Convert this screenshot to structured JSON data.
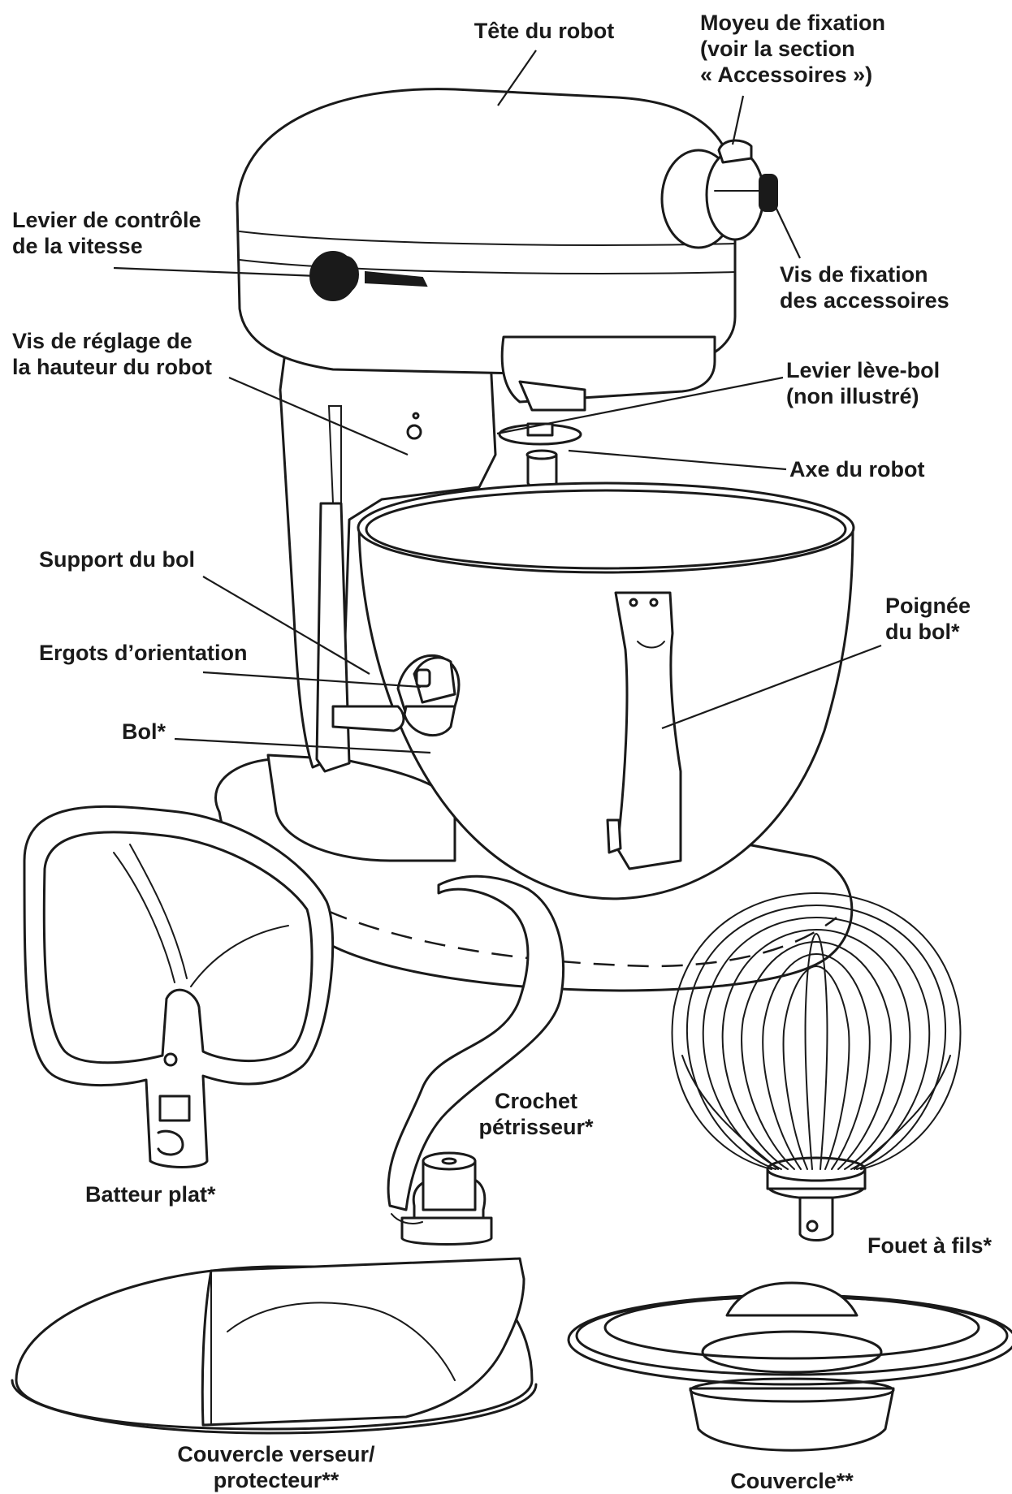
{
  "diagram": {
    "labels": {
      "tete": "Tête du robot",
      "moyeu": "Moyeu de fixation\n(voir la section\n« Accessoires »)",
      "levier_vitesse": "Levier de contrôle\nde la vitesse",
      "vis_fixation": "Vis de fixation\ndes accessoires",
      "vis_reglage": "Vis de réglage de\nla hauteur du robot",
      "levier_leve_bol": "Levier lève-bol\n(non illustré)",
      "axe": "Axe du robot",
      "support_bol": "Support du bol",
      "poignee": "Poignée\ndu bol*",
      "ergots": "Ergots d’orientation",
      "bol": "Bol*",
      "crochet": "Crochet\npétrisseur*",
      "batteur": "Batteur plat*",
      "fouet": "Fouet à fils*",
      "couvercle_verseur": "Couvercle verseur/\nprotecteur**",
      "couvercle": "Couvercle**"
    }
  }
}
